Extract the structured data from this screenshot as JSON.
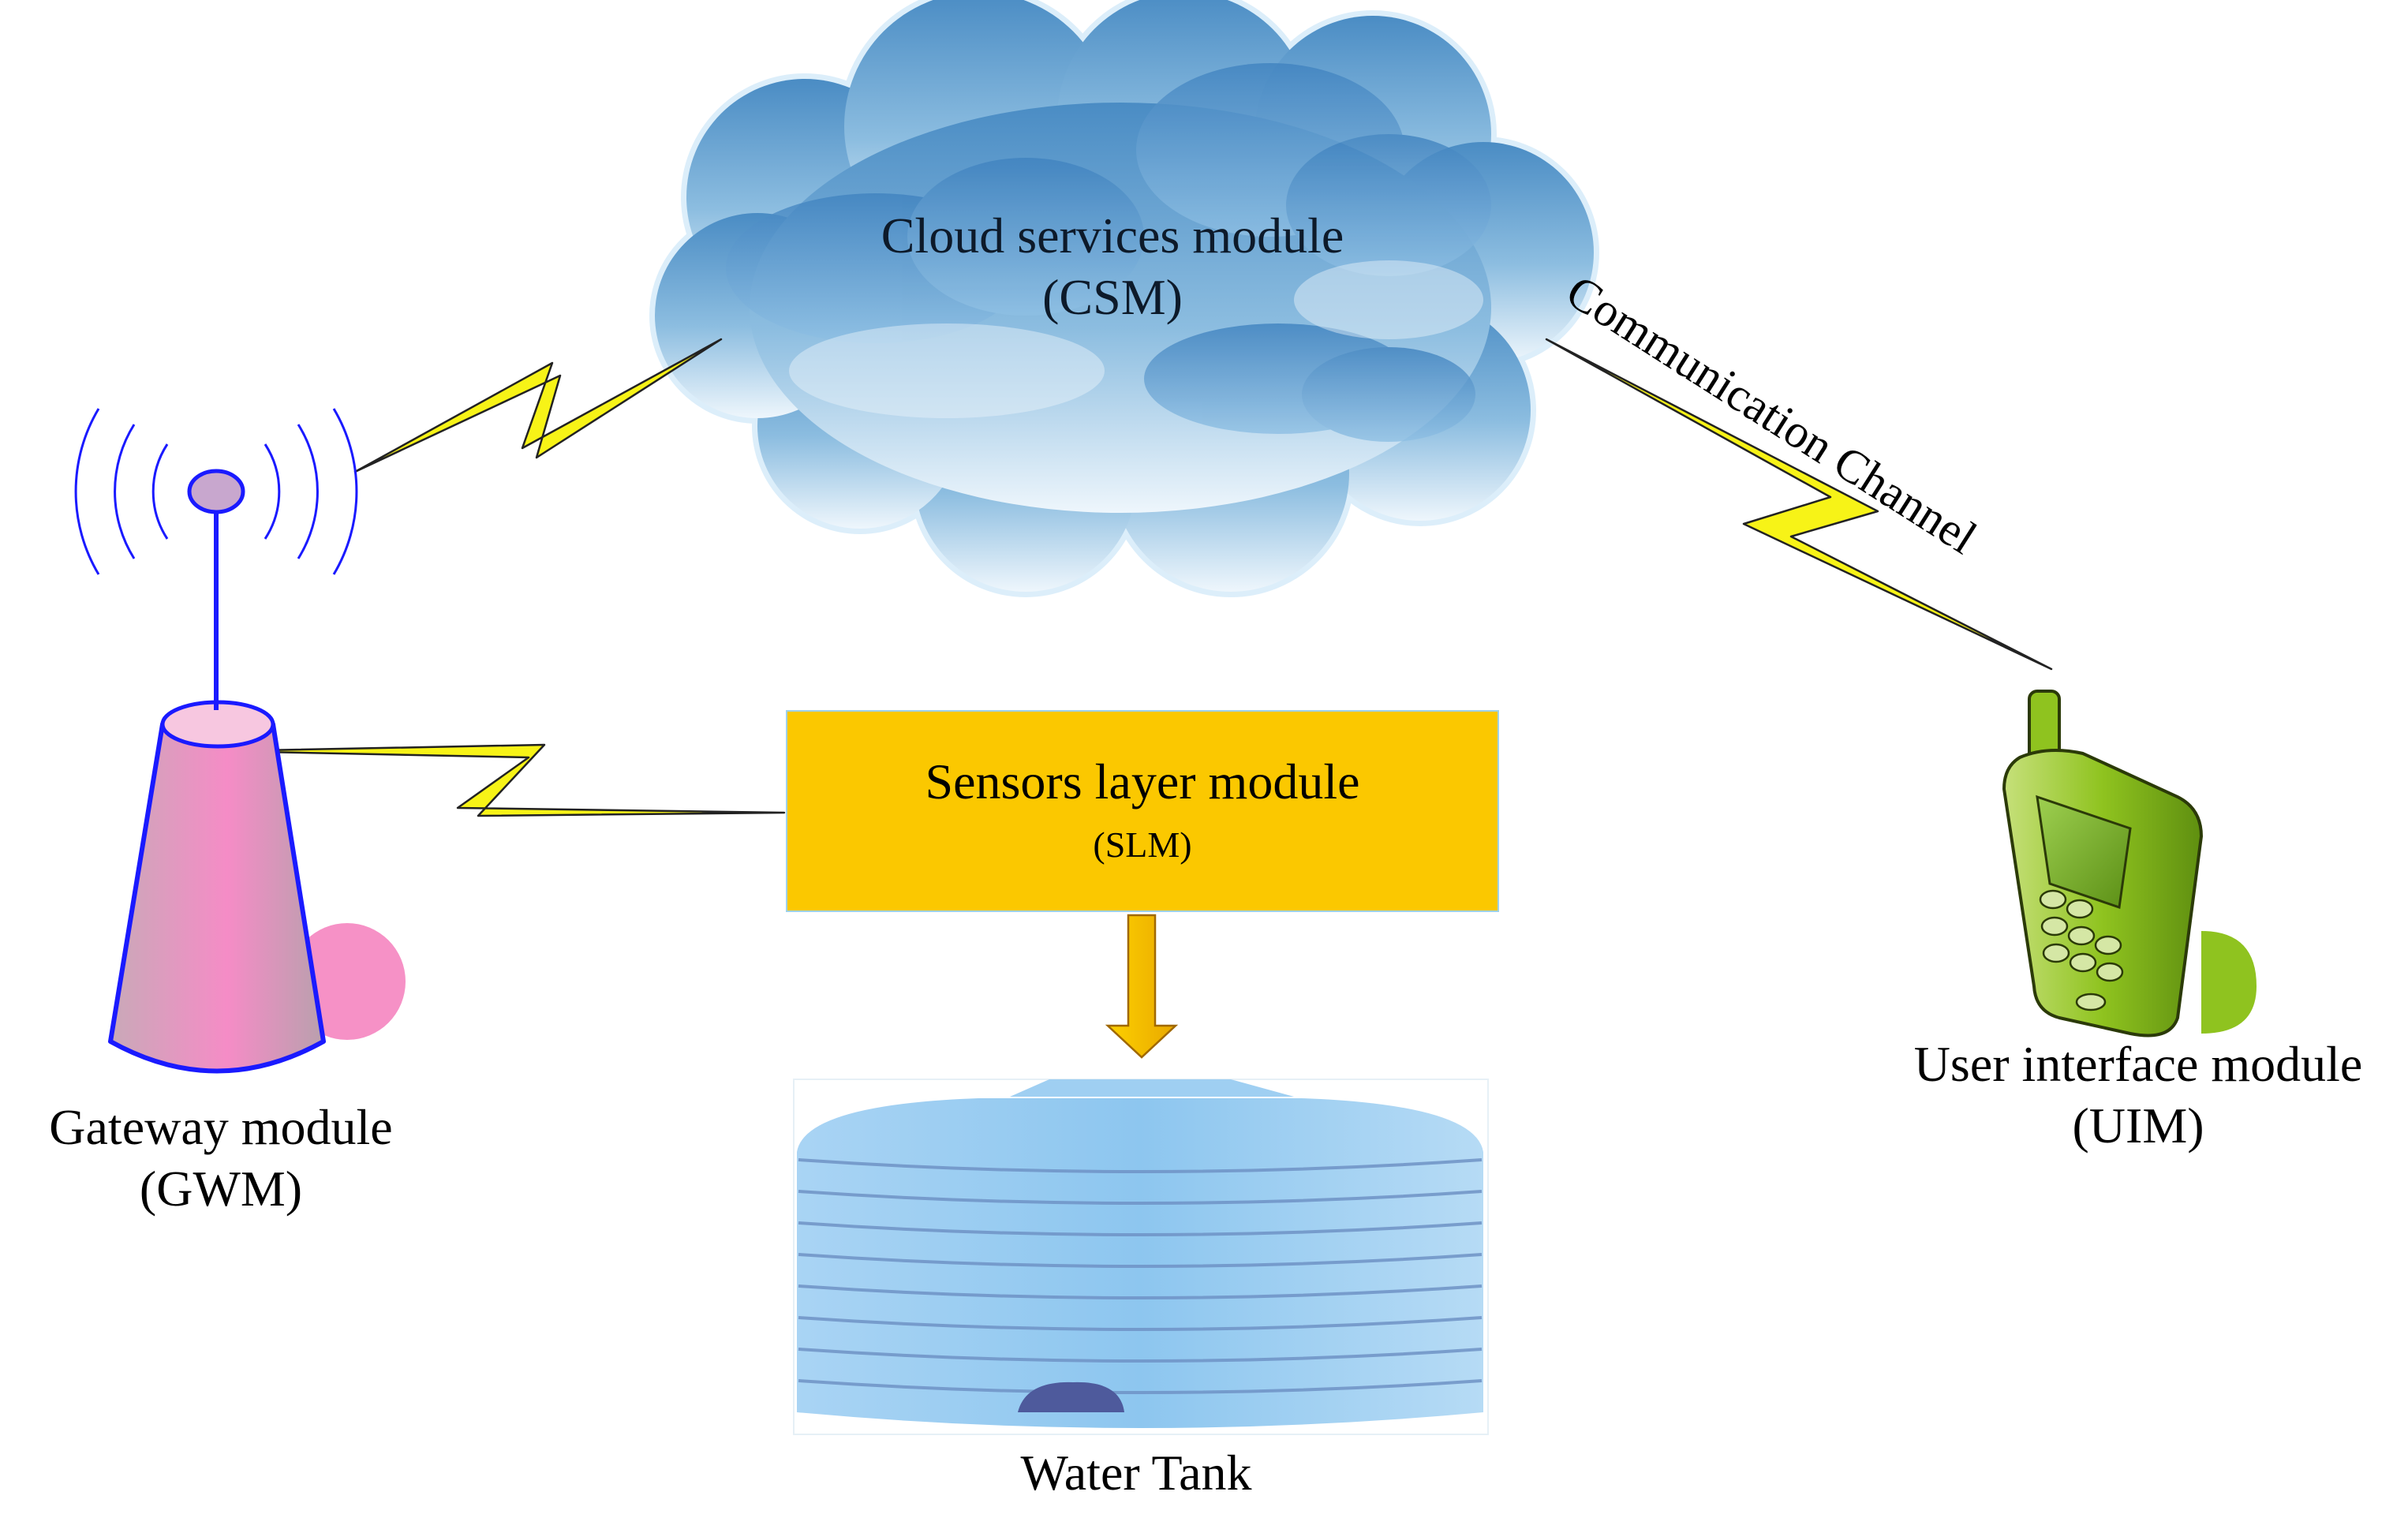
{
  "cloud": {
    "name": "Cloud services module",
    "abbr": "(CSM)"
  },
  "channel": {
    "label": "Communication Channel"
  },
  "gateway": {
    "name": "Gateway module",
    "abbr": "(GWM)"
  },
  "sensors": {
    "name": "Sensors layer module",
    "abbr": "(SLM)"
  },
  "tank": {
    "name": "Water Tank"
  },
  "uim": {
    "name": "User interface module",
    "abbr": "(UIM)"
  },
  "colors": {
    "lightning": "#f7f317",
    "sensor_box": "#fbc800",
    "cloud_dark": "#4a8cc4",
    "cloud_light": "#eaf3fa",
    "antenna": "#1a1aff",
    "tower": "#f08cc0",
    "phone": "#8fc31f",
    "tank": "#8cc4ee"
  }
}
